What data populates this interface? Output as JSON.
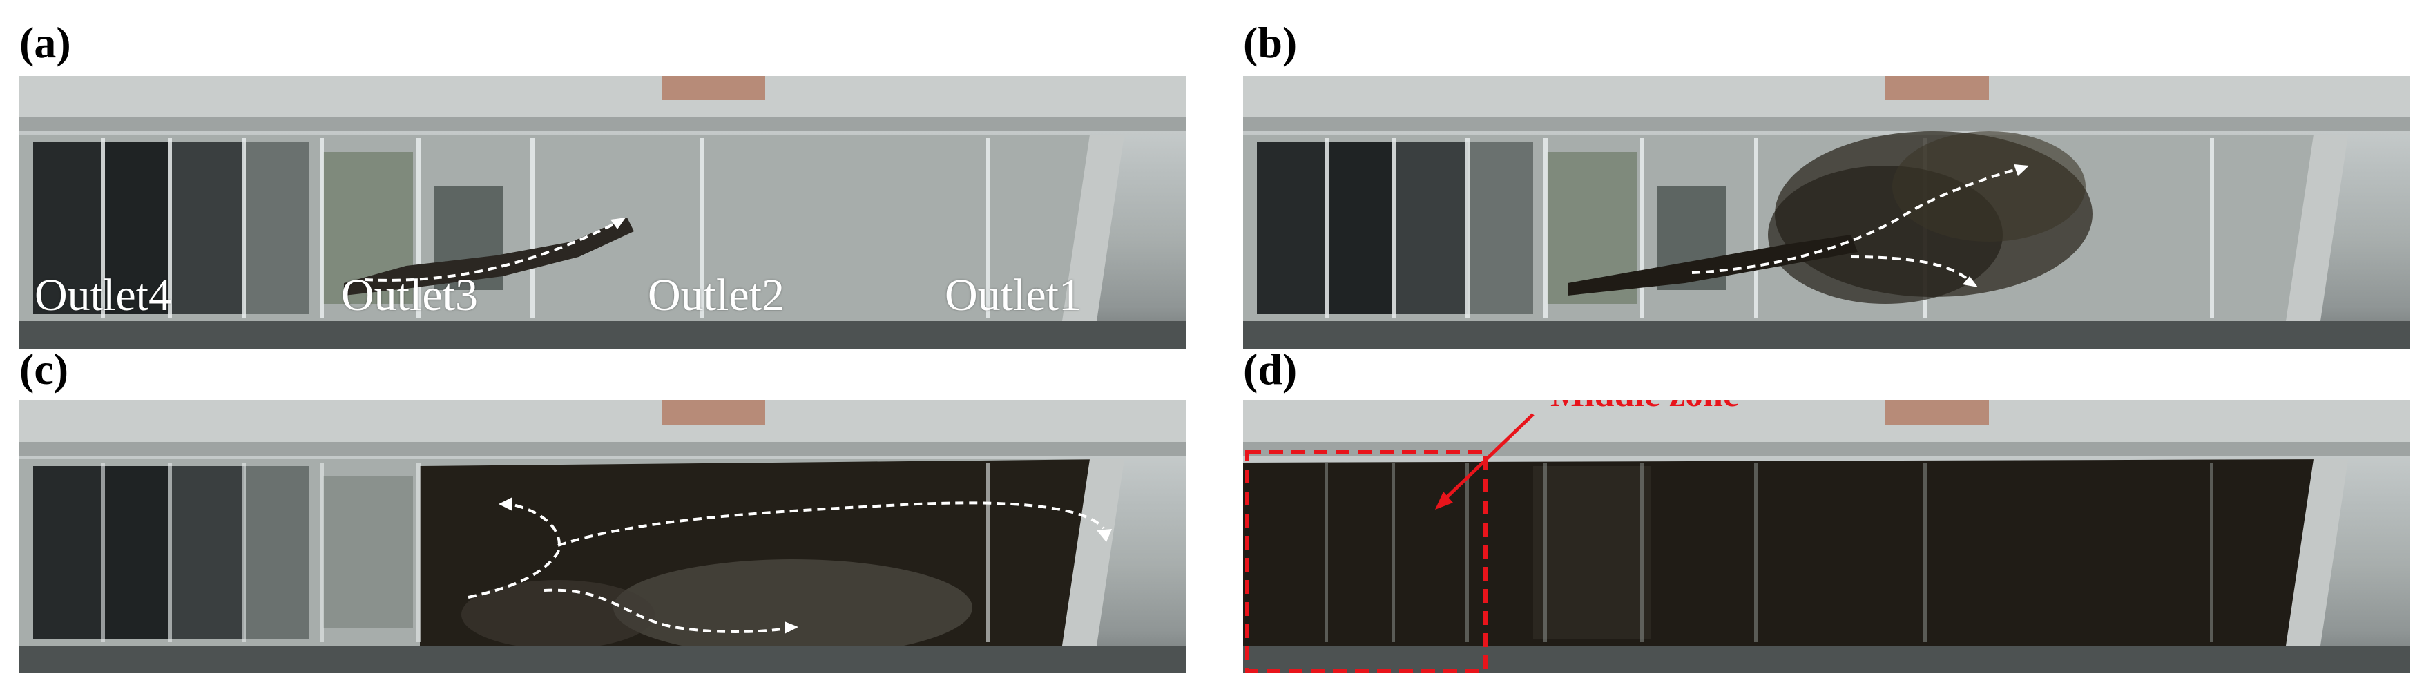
{
  "panels": [
    {
      "id": "a",
      "letter": "(a)"
    },
    {
      "id": "b",
      "letter": "(b)"
    },
    {
      "id": "c",
      "letter": "(c)"
    },
    {
      "id": "d",
      "letter": "(d)"
    }
  ],
  "outlet_labels": [
    "Outlet4",
    "Outlet3",
    "Outlet2",
    "Outlet1"
  ],
  "zone_label": "Middle zone",
  "colors": {
    "annotation_red": "#e8141b",
    "flow_arrow": "#ffffff",
    "sediment_dark": "#1f1a12"
  },
  "icons": [
    "dashed-flow-arrow-icon",
    "red-pointer-arrow-icon"
  ]
}
